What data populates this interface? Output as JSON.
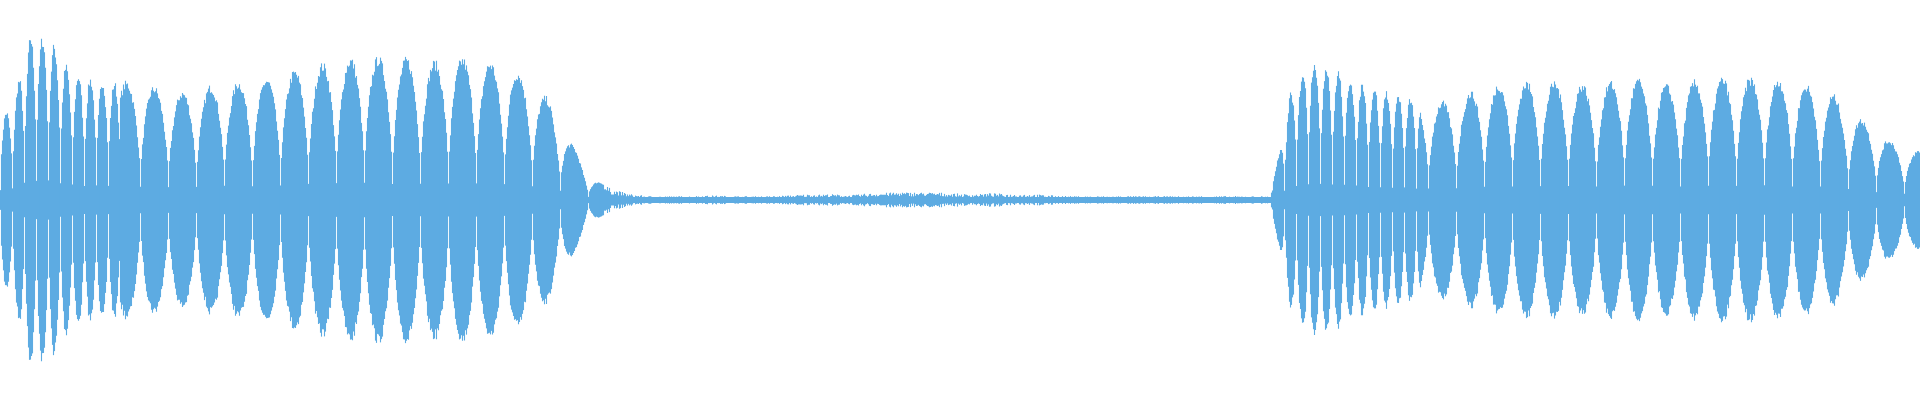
{
  "chart_data": {
    "type": "area",
    "title": "",
    "xlabel": "",
    "ylabel": "",
    "grid": false,
    "legend": "none",
    "ylim": [
      -1,
      1
    ],
    "color": "#5dabe2",
    "background": "#ffffff",
    "envelope": [
      0.45,
      0.84,
      0.82,
      0.65,
      0.62,
      0.6,
      0.6,
      0.58,
      0.55,
      0.55,
      0.58,
      0.6,
      0.6,
      0.62,
      0.65,
      0.68,
      0.7,
      0.72,
      0.73,
      0.72,
      0.72,
      0.7,
      0.72,
      0.72,
      0.7,
      0.68,
      0.6,
      0.5,
      0.3,
      0.12,
      0.06,
      0.03,
      0.02,
      0.02,
      0.02,
      0.025,
      0.02,
      0.02,
      0.02,
      0.025,
      0.03,
      0.03,
      0.025,
      0.035,
      0.04,
      0.04,
      0.04,
      0.035,
      0.03,
      0.035,
      0.03,
      0.03,
      0.025,
      0.02,
      0.02,
      0.02,
      0.02,
      0.02,
      0.02,
      0.02,
      0.02,
      0.02,
      0.02,
      0.02,
      0.55,
      0.72,
      0.68,
      0.62,
      0.58,
      0.55,
      0.52,
      0.5,
      0.5,
      0.55,
      0.58,
      0.6,
      0.6,
      0.6,
      0.6,
      0.58,
      0.6,
      0.62,
      0.6,
      0.58,
      0.6,
      0.62,
      0.62,
      0.62,
      0.62,
      0.6,
      0.58,
      0.55,
      0.45,
      0.38,
      0.3,
      0.25
    ]
  }
}
